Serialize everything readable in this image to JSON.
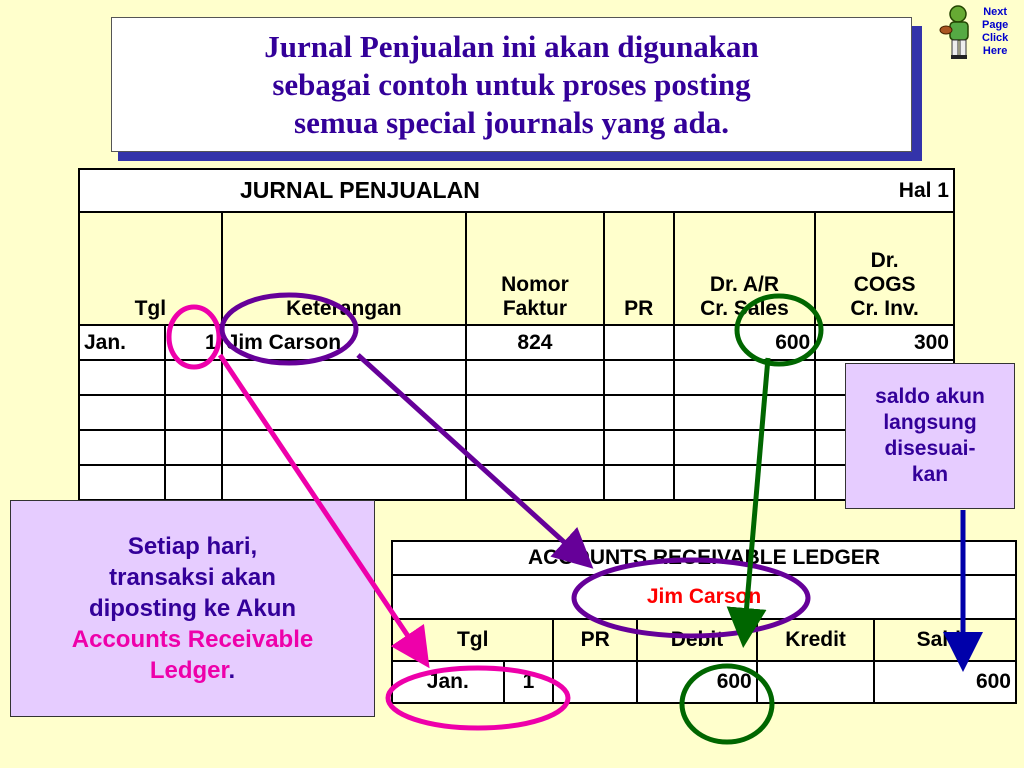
{
  "title": {
    "line1": "Jurnal Penjualan ini akan digunakan",
    "line2": "sebagai contoh untuk proses posting",
    "line3": "semua special journals yang ada."
  },
  "next_page": {
    "line1": "Next",
    "line2": "Page",
    "line3": "Click",
    "line4": "Here",
    "icon": "football-player-icon"
  },
  "sales_journal": {
    "title": "JURNAL PENJUALAN",
    "page": "Hal 1",
    "headers": {
      "tgl": "Tgl",
      "keterangan": "Keterangan",
      "nomor_l1": "Nomor",
      "nomor_l2": "Faktur",
      "pr": "PR",
      "ar_l1": "Dr. A/R",
      "ar_l2": "Cr. Sales",
      "cogs_l1": "Dr.",
      "cogs_l2": "COGS",
      "cogs_l3": "Cr. Inv."
    },
    "row1": {
      "month": "Jan.",
      "day": "1",
      "desc": "Jim Carson",
      "invoice": "824",
      "pr": "",
      "ar": "600",
      "cogs": "300"
    }
  },
  "saldo_note": {
    "line1": "saldo akun",
    "line2": "langsung",
    "line3": "disesuai-",
    "line4": "kan"
  },
  "ar_ledger": {
    "title": "ACCOUNTS RECEIVABLE LEDGER",
    "customer": "Jim Carson",
    "headers": {
      "tgl": "Tgl",
      "pr": "PR",
      "debit": "Debit",
      "kredit": "Kredit",
      "saldo": "Saldo"
    },
    "row1": {
      "month": "Jan.",
      "day": "1",
      "pr": "",
      "debit": "600",
      "kredit": "",
      "saldo": "600"
    }
  },
  "daily_note": {
    "line1": "Setiap hari,",
    "line2": "transaksi akan",
    "line3": "diposting ke Akun",
    "line4": "Accounts Receivable",
    "line5": "Ledger",
    "punct": "."
  },
  "colors": {
    "background": "#FFFFCC",
    "title_text": "#330099",
    "magenta": "#EE00AA",
    "purple": "#660099",
    "green": "#006600",
    "blue": "#0000AA",
    "red": "#FF0000"
  }
}
